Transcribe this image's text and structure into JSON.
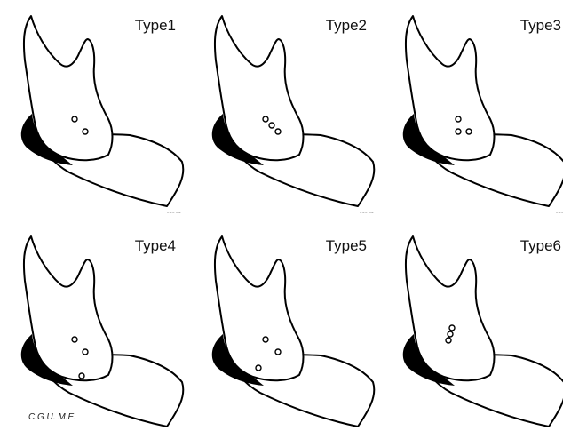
{
  "panels": [
    {
      "label": "Type1",
      "holes": 2
    },
    {
      "label": "Type2",
      "holes": 3
    },
    {
      "label": "Type3",
      "holes": 3
    },
    {
      "label": "Type4",
      "holes": 3
    },
    {
      "label": "Type5",
      "holes": 3
    },
    {
      "label": "Type6",
      "holes": 3
    }
  ],
  "credit": "C.G.U. M.E.",
  "colors": {
    "outline": "#000000",
    "background": "#ffffff"
  }
}
